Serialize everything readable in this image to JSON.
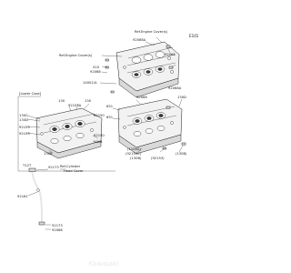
{
  "figure": {
    "figure_number": "E101",
    "watermark": "Kawasaki"
  },
  "labels": {
    "ref_engine_cover_1": "Ref.Engine Cover(s)",
    "ref_engine_cover_2": "Ref.Engine Cover(s)",
    "p92068a": "92068A",
    "p92068": "92068",
    "p92068a_b": "92068A",
    "p410": "410",
    "p92068_b": "92068",
    "p11061a": "14001/A",
    "lower_case": "[Lower Case]",
    "p130": "130",
    "p130b": "130",
    "p92153a": "92153A",
    "p92153": "92153",
    "p92150": "92150",
    "p130c": "130C",
    "p130d": "130D",
    "p92153_b": "92153",
    "p130e": "130B",
    "p92150_b": "92150",
    "p130f": "130B",
    "p92068_c": "92068",
    "p651": "651",
    "p651b": "651",
    "p11004": "(1106A)",
    "p92153c": "(92153C)",
    "p130g": "(130B)",
    "p92153d": "(92153)",
    "p130h": "(130B)",
    "p130i": "130D",
    "t1": "T12T",
    "p92173": "92173",
    "p92161": "92161",
    "ref_cylinder": "Ref.Cylinder",
    "head_cover": "Head Cover",
    "p92173b": "92173",
    "p92068_d": "92068"
  }
}
